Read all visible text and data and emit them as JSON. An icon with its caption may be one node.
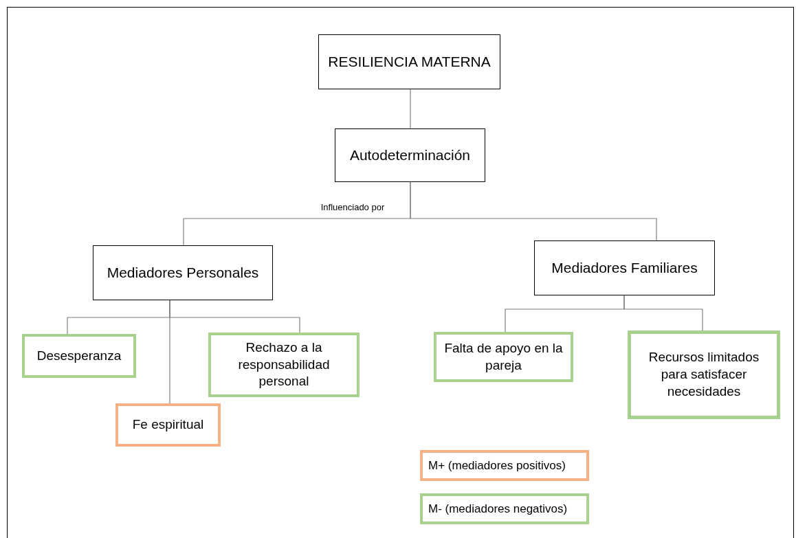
{
  "diagram": {
    "nodes": [
      {
        "text": [
          "RESILIENCIA MATERNA"
        ]
      },
      {
        "text": [
          "Autodeterminación"
        ]
      },
      {
        "text": [
          "Mediadores Personales"
        ]
      },
      {
        "text": [
          "Mediadores Familiares"
        ]
      },
      {
        "text": [
          "Desesperanza"
        ]
      },
      {
        "text": [
          "Rechazo a la responsabilidad personal"
        ]
      },
      {
        "text": [
          "Fe espiritual"
        ]
      },
      {
        "text": [
          "Falta de apoyo en la pareja"
        ]
      },
      {
        "text": [
          "Recursos limitados para satisfacer necesidades"
        ]
      }
    ],
    "edges": [
      {
        "from": 0,
        "to": 1,
        "arrow": "none"
      },
      {
        "from": 1,
        "to": 2,
        "arrow": "none",
        "label": "Influenciado por"
      },
      {
        "from": 1,
        "to": 3,
        "arrow": "none"
      },
      {
        "from": 2,
        "to": 4,
        "arrow": "none"
      },
      {
        "from": 2,
        "to": 5,
        "arrow": "none"
      },
      {
        "from": 2,
        "to": 6,
        "arrow": "none"
      },
      {
        "from": 3,
        "to": 7,
        "arrow": "none"
      },
      {
        "from": 3,
        "to": 8,
        "arrow": "none"
      }
    ],
    "legend": [
      {
        "text": "M+ (mediadores positivos)",
        "color": "#f4b183"
      },
      {
        "text": "M- (mediadores negativos)",
        "color": "#a9d18e"
      }
    ]
  }
}
